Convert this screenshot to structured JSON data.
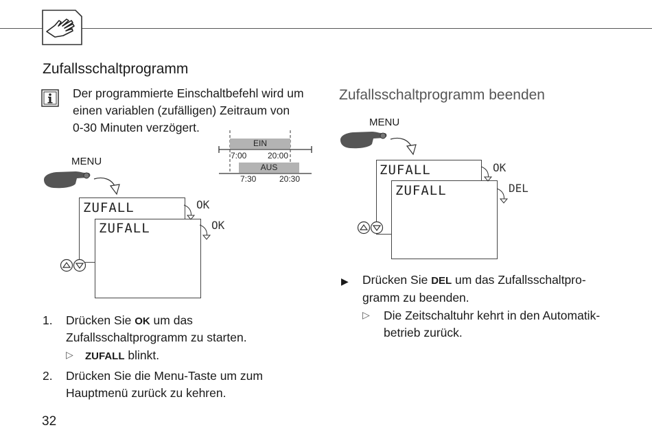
{
  "header": {
    "icon": "hand-icon"
  },
  "left": {
    "title": "Zufallsschaltprogramm",
    "info": {
      "icon": "info-icon",
      "lines": [
        "Der programmierte Einschaltbefehl wird um",
        "einen variablen (zufälligen) Zeitraum von",
        "0-30 Minuten verzögert."
      ]
    },
    "timeline": {
      "ein_label": "EIN",
      "ein_start": "7:00",
      "ein_end": "20:00",
      "aus_label": "AUS",
      "aus_start": "7:30",
      "aus_end": "20:30"
    },
    "diagram": {
      "menu_label": "MENU",
      "screen1": "ZUFALL",
      "screen2": "ZUFALL",
      "key1": "OK",
      "key2": "OK"
    },
    "steps": [
      {
        "num": "1.",
        "pre": "Drücken Sie ",
        "key": "OK",
        "post": " um das",
        "line2": "Zufallsschaltprogramm zu starten.",
        "result_key": "ZUFALL",
        "result_post": " blinkt."
      },
      {
        "num": "2.",
        "line1": "Drücken Sie die Menu-Taste um zum",
        "line2": "Hauptmenü zurück zu kehren."
      }
    ]
  },
  "right": {
    "title": "Zufallsschaltprogramm beenden",
    "diagram": {
      "menu_label": "MENU",
      "screen1": "ZUFALL",
      "screen2": "ZUFALL",
      "key1": "OK",
      "key2": "DEL"
    },
    "action": {
      "pre": "Drücken Sie ",
      "key": "DEL",
      "post": " um das Zufallsschaltpro-",
      "line2": "gramm zu beenden."
    },
    "result": {
      "line1": "Die Zeitschaltuhr kehrt in den Automatik-",
      "line2": "betrieb zurück."
    }
  },
  "footer": {
    "page_number": "32"
  }
}
